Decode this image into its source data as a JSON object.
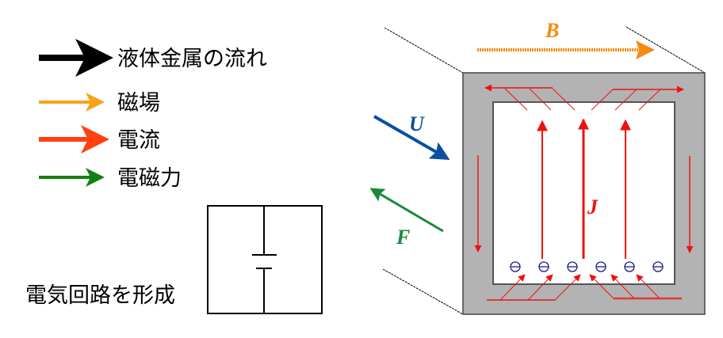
{
  "legend": {
    "items": [
      {
        "label": "液体金属の流れ",
        "color": "#000000",
        "icon": "black-arrow"
      },
      {
        "label": "磁場",
        "color": "#f7a21a",
        "icon": "orange-arrow"
      },
      {
        "label": "電流",
        "color": "#ff4010",
        "icon": "red-arrow"
      },
      {
        "label": "電磁力",
        "color": "#138013",
        "icon": "green-arrow"
      }
    ]
  },
  "circuit": {
    "caption": "電気回路を形成"
  },
  "diagram": {
    "labels": {
      "B": "B",
      "U": "U",
      "F": "F",
      "J": "J"
    },
    "colors": {
      "B": "#f58a10",
      "U": "#0b4fa0",
      "F": "#1a8a3a",
      "J": "#ee1111",
      "wall": "#b3b3b3"
    },
    "electron_symbol": "⊖",
    "electron_count": 6
  }
}
